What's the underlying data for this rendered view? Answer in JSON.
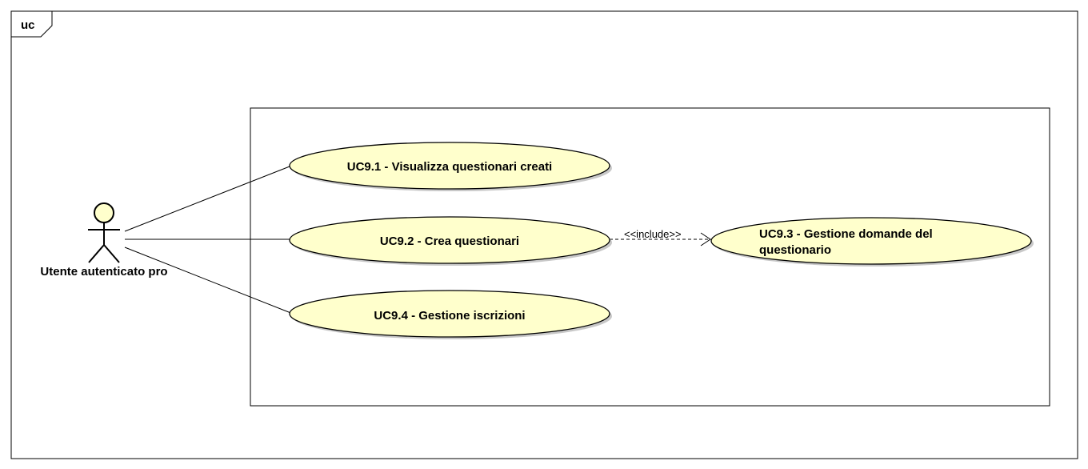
{
  "frame": {
    "label": "uc"
  },
  "actor": {
    "name": "Utente autenticato pro"
  },
  "use_cases": [
    {
      "id": "uc91",
      "lines": [
        "UC9.1 - Visualizza questionari creati"
      ]
    },
    {
      "id": "uc92",
      "lines": [
        "UC9.2 -  Crea questionari"
      ]
    },
    {
      "id": "uc93",
      "lines": [
        "UC9.3 - Gestione domande del",
        "questionario"
      ]
    },
    {
      "id": "uc94",
      "lines": [
        "UC9.4 - Gestione iscrizioni"
      ]
    }
  ],
  "relations": [
    {
      "type": "association",
      "from": "actor",
      "to": "uc91"
    },
    {
      "type": "association",
      "from": "actor",
      "to": "uc92"
    },
    {
      "type": "association",
      "from": "actor",
      "to": "uc94"
    },
    {
      "type": "include",
      "from": "uc92",
      "to": "uc93",
      "label": "<<include>>"
    }
  ],
  "colors": {
    "usecase_fill": "#ffffcc",
    "stroke": "#000000",
    "background": "#ffffff"
  }
}
